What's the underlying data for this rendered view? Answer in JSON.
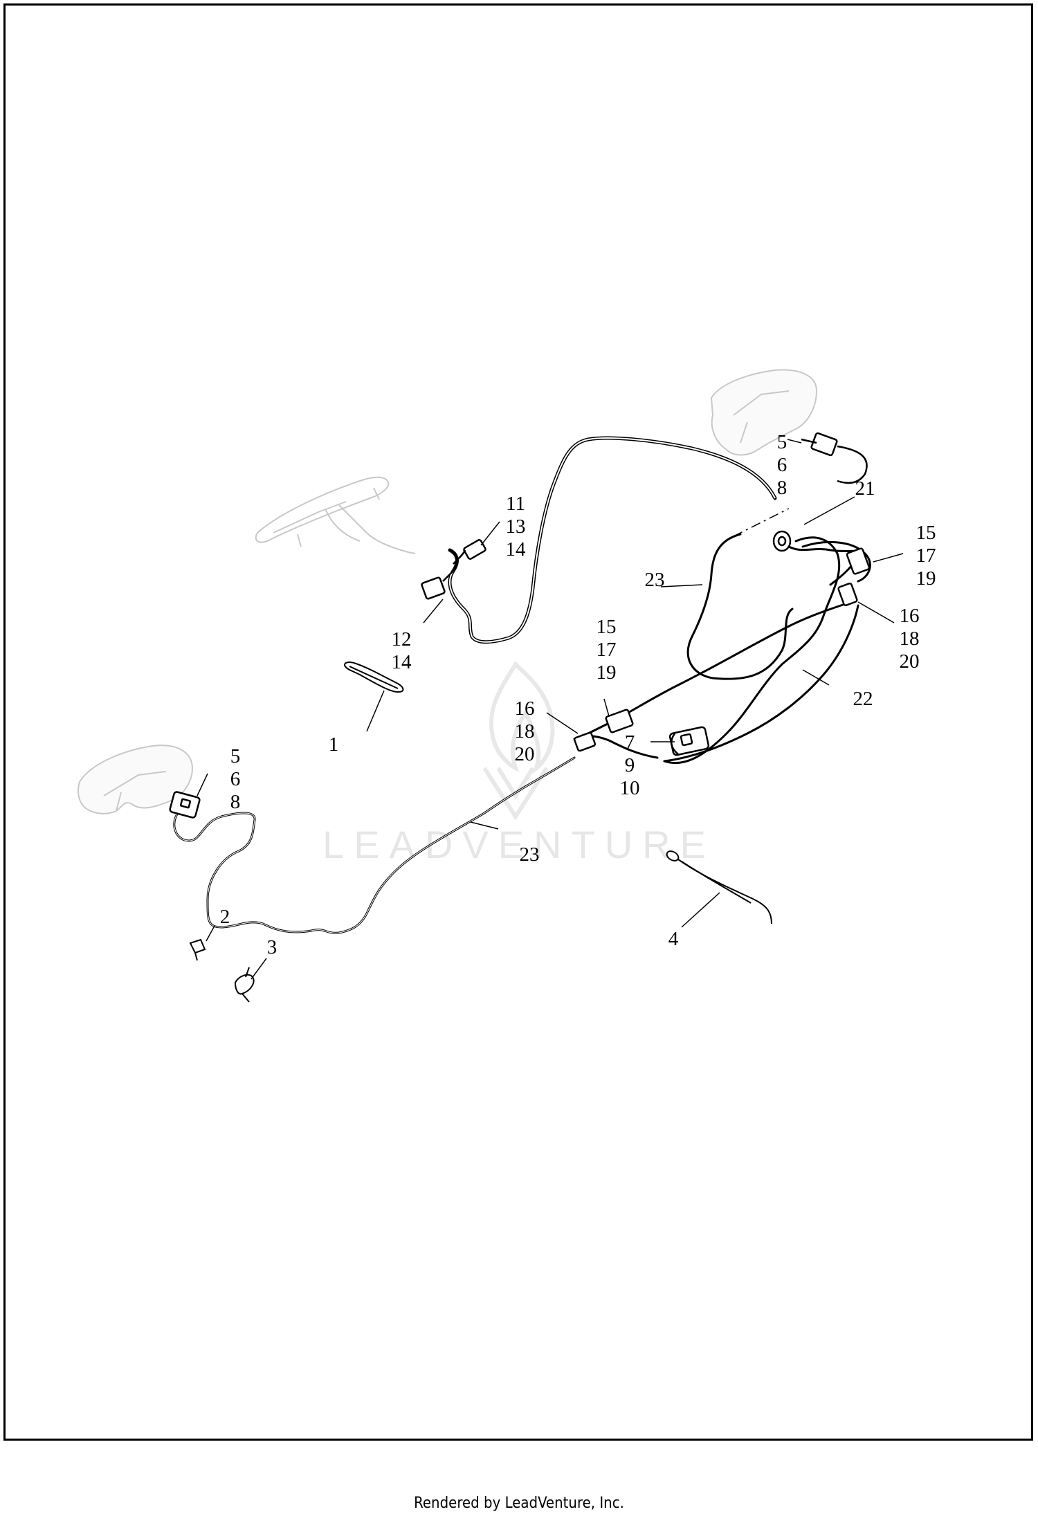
{
  "watermark": {
    "text": "LEADVENTURE"
  },
  "callouts": [
    {
      "id": "c-5-6-8-top",
      "lines": [
        "5",
        "6",
        "8"
      ]
    },
    {
      "id": "c-21",
      "lines": [
        "21"
      ]
    },
    {
      "id": "c-11-13-14",
      "lines": [
        "11",
        "13",
        "14"
      ]
    },
    {
      "id": "c-15-17-19-right",
      "lines": [
        "15",
        "17",
        "19"
      ]
    },
    {
      "id": "c-23-top",
      "lines": [
        "23"
      ]
    },
    {
      "id": "c-16-18-20-right",
      "lines": [
        "16",
        "18",
        "20"
      ]
    },
    {
      "id": "c-12-14",
      "lines": [
        "12",
        "14"
      ]
    },
    {
      "id": "c-15-17-19-center",
      "lines": [
        "15",
        "17",
        "19"
      ]
    },
    {
      "id": "c-22",
      "lines": [
        "22"
      ]
    },
    {
      "id": "c-16-18-20-center",
      "lines": [
        "16",
        "18",
        "20"
      ]
    },
    {
      "id": "c-1",
      "lines": [
        "1"
      ]
    },
    {
      "id": "c-5-6-8-left",
      "lines": [
        "5",
        "6",
        "8"
      ]
    },
    {
      "id": "c-7-9-10",
      "lines": [
        "7",
        "9",
        "10"
      ]
    },
    {
      "id": "c-23-bottom",
      "lines": [
        "23"
      ]
    },
    {
      "id": "c-2",
      "lines": [
        "2"
      ]
    },
    {
      "id": "c-3",
      "lines": [
        "3"
      ]
    },
    {
      "id": "c-4",
      "lines": [
        "4"
      ]
    }
  ],
  "footer": {
    "text": "Rendered by LeadVenture, Inc."
  }
}
